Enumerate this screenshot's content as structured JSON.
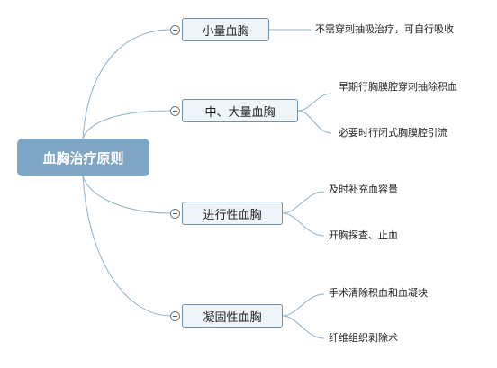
{
  "root": {
    "label": "血胸治疗原则"
  },
  "branches": [
    {
      "label": "小量血胸",
      "children": [
        "不需穿刺抽吸治疗，可自行吸收"
      ]
    },
    {
      "label": "中、大量血胸",
      "children": [
        "早期行胸膜腔穿刺抽除积血",
        "必要时行闭式胸膜腔引流"
      ]
    },
    {
      "label": "进行性血胸",
      "children": [
        "及时补充血容量",
        "开胸探查、止血"
      ]
    },
    {
      "label": "凝固性血胸",
      "children": [
        "手术清除积血和血凝块",
        "纤维组织剥除术"
      ]
    }
  ],
  "colors": {
    "root_fill": "#7da7c5",
    "node_fill": "#eef4f8",
    "node_border": "#6f8fa8",
    "line": "#8fb0c6"
  }
}
